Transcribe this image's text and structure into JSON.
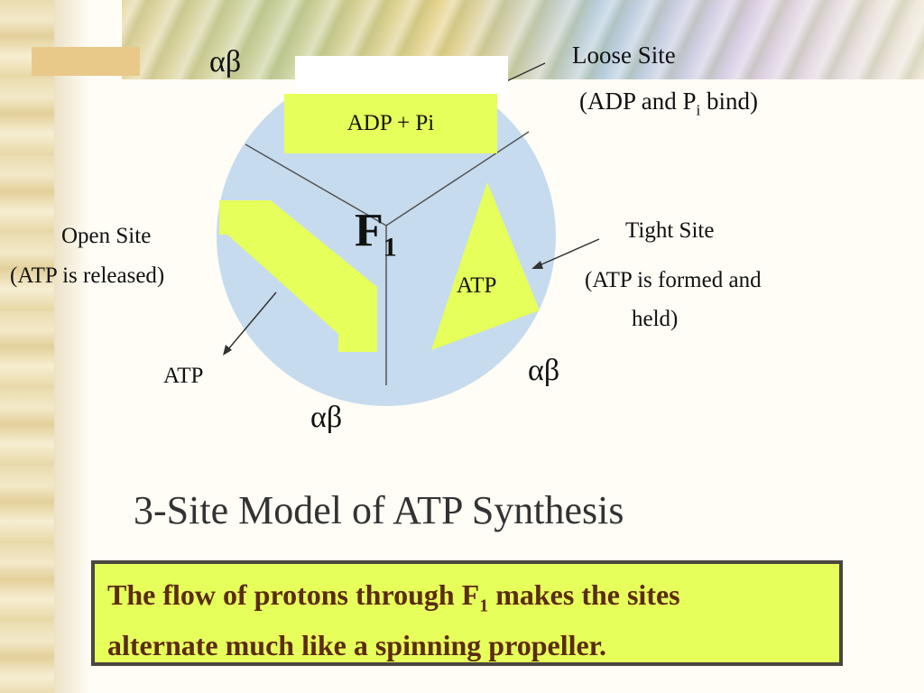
{
  "alpha_beta": "αβ",
  "loose_site": {
    "title": "Loose Site",
    "detail_pre": "(ADP and P",
    "detail_sub": "i",
    "detail_post": " bind)"
  },
  "adp_box_label": "ADP + Pi",
  "f1": {
    "letter": "F",
    "sub": "1"
  },
  "open_site": {
    "title": "Open Site",
    "detail": "(ATP is released)",
    "product": "ATP"
  },
  "tight_site": {
    "title": "Tight Site",
    "detail_line1": "(ATP is formed and",
    "detail_line2": "held)",
    "product": "ATP"
  },
  "title": "3-Site Model of ATP Synthesis",
  "note": {
    "pre": "The flow of protons through F",
    "sub": "1",
    "post": " makes the sites",
    "line2": "alternate much like a spinning propeller."
  },
  "colors": {
    "circle": "#c6dbee",
    "highlight": "#e6ff5a",
    "border": "#4c4640",
    "note_text": "#5a2c10"
  }
}
